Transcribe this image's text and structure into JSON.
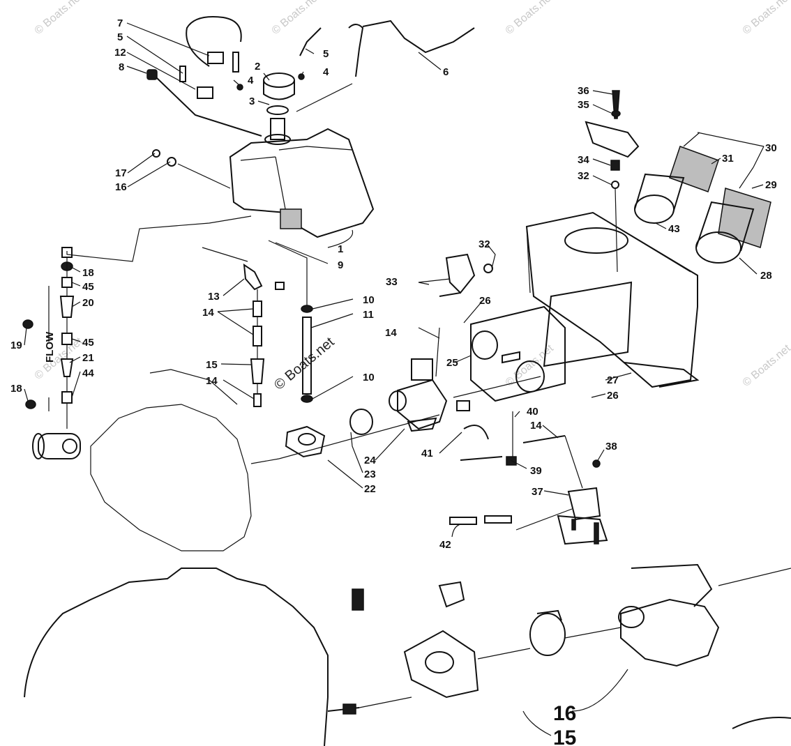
{
  "watermarks": {
    "corner": "© Boats.net",
    "center": "© Boats.net"
  },
  "flow_marker": "FLOW",
  "callouts": {
    "c1": "1",
    "c2": "2",
    "c3": "3",
    "c4": "4",
    "c5": "5",
    "c6": "6",
    "c7": "7",
    "c8": "8",
    "c9": "9",
    "c10": "10",
    "c11": "11",
    "c12": "12",
    "c13": "13",
    "c14": "14",
    "c15": "15",
    "c16": "16",
    "c17": "17",
    "c18": "18",
    "c19": "19",
    "c20": "20",
    "c21": "21",
    "c22": "22",
    "c23": "23",
    "c24": "24",
    "c25": "25",
    "c26": "26",
    "c27": "27",
    "c28": "28",
    "c29": "29",
    "c30": "30",
    "c31": "31",
    "c32": "32",
    "c33": "33",
    "c34": "34",
    "c35": "35",
    "c36": "36",
    "c37": "37",
    "c38": "38",
    "c39": "39",
    "c40": "40",
    "c41": "41",
    "c42": "42",
    "c43": "43",
    "c44": "44",
    "c45": "45"
  },
  "zoom_callouts": {
    "z15": "15",
    "z16": "16"
  }
}
